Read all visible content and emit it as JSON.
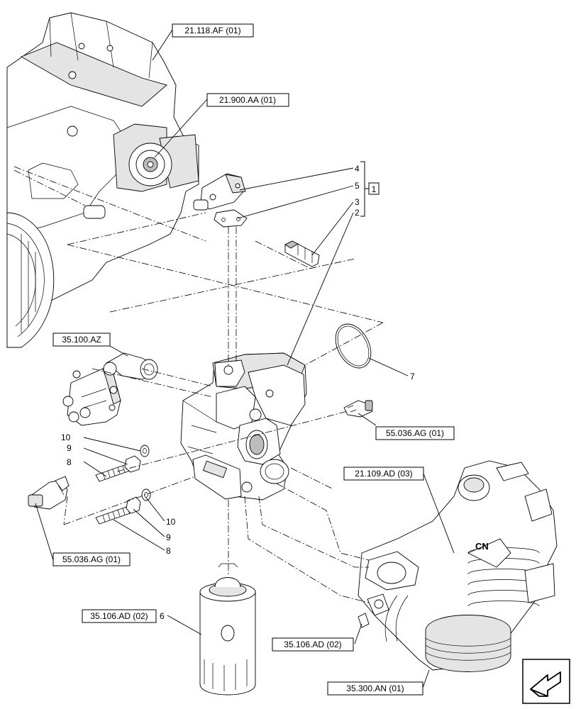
{
  "refs": {
    "r1": "21.118.AF (01)",
    "r2": "21.900.AA (01)",
    "r3": "35.100.AZ",
    "r4": "55.036.AG (01)",
    "r5": "21.109.AD (03)",
    "r6": "55.036.AG (01)",
    "r7": "35.106.AD (02)",
    "r8": "35.106.AD (02)",
    "r9": "35.300.AN (01)"
  },
  "callouts": {
    "n4": "4",
    "n5": "5",
    "n3": "3",
    "n2": "2",
    "kit": "1",
    "n7": "7",
    "n10a": "10",
    "n9a": "9",
    "n8a": "8",
    "n10b": "10",
    "n9b": "9",
    "n8b": "8",
    "n6": "6"
  },
  "icons": {
    "nav": "next-page-arrow-icon"
  }
}
